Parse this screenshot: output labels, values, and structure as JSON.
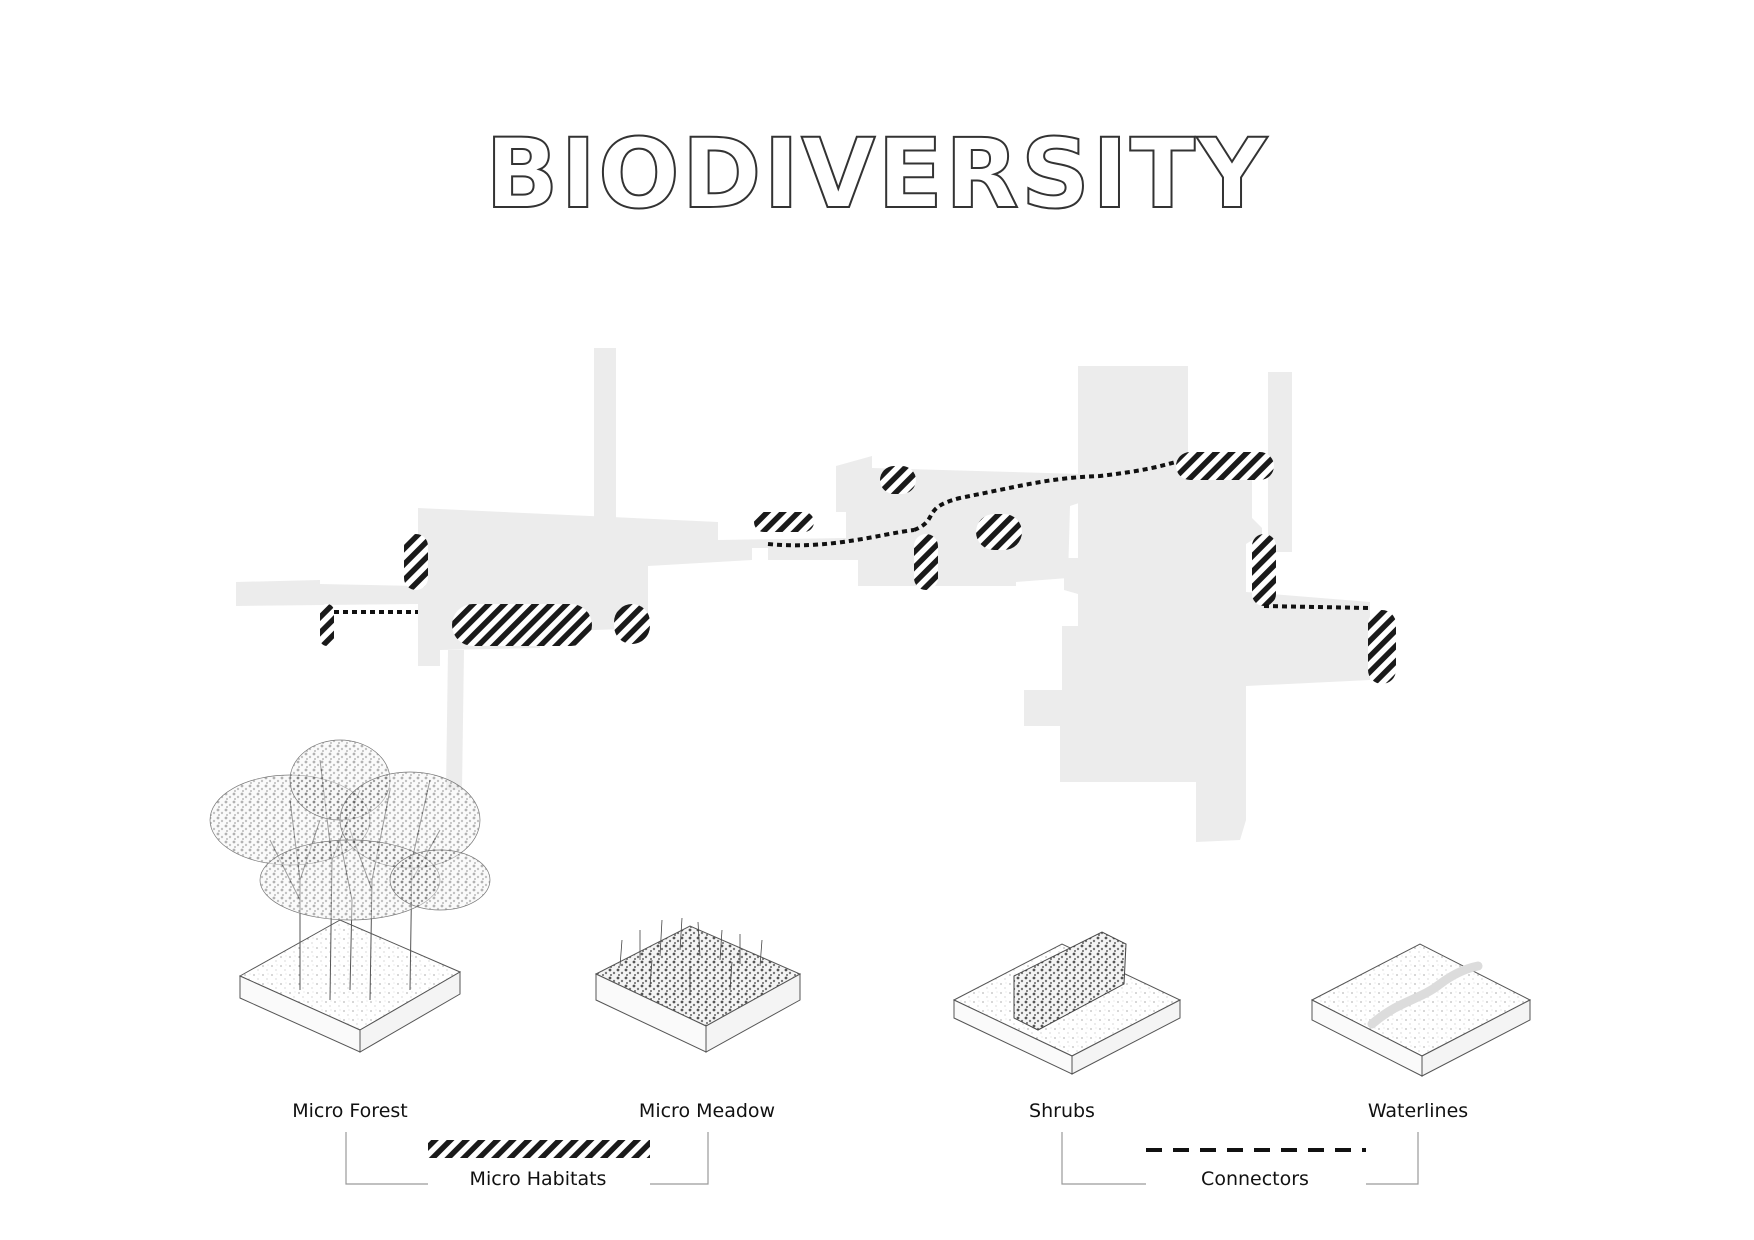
{
  "title": "BIODIVERSITY",
  "colors": {
    "site_fill": "#ececec",
    "hatch": "#1a1a1a",
    "connector": "#111111",
    "bracket": "#9a9a9a",
    "drawing_line": "#555555"
  },
  "modules": [
    {
      "name": "micro-forest",
      "label": "Micro Forest"
    },
    {
      "name": "micro-meadow",
      "label": "Micro Meadow"
    },
    {
      "name": "shrubs",
      "label": "Shrubs"
    },
    {
      "name": "waterlines",
      "label": "Waterlines"
    }
  ],
  "legend": {
    "micro_habitats": {
      "label": "Micro Habitats",
      "symbol": "hatched-bar"
    },
    "connectors": {
      "label": "Connectors",
      "symbol": "dashed-line"
    }
  }
}
